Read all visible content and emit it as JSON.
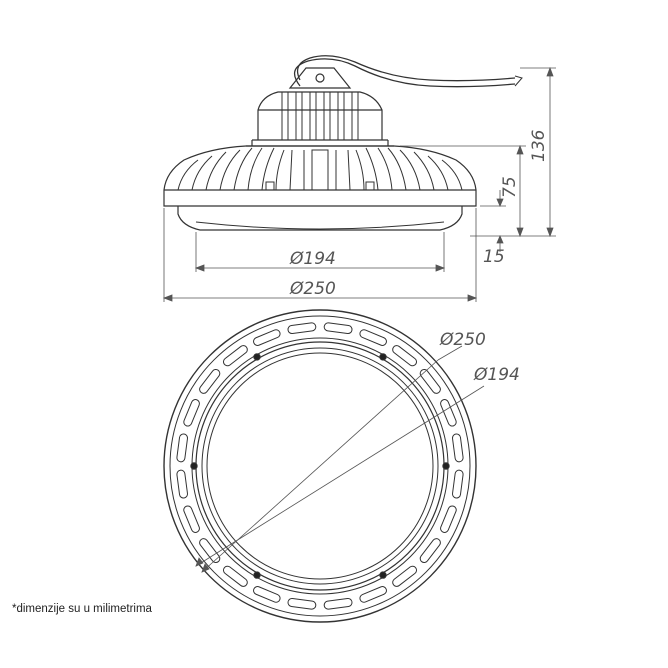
{
  "dimensions": {
    "side_top_diameter": "Ø194",
    "side_bottom_diameter": "Ø250",
    "height_total": "136",
    "height_body": "75",
    "height_lens": "15",
    "top_outer_diameter": "Ø250",
    "top_inner_diameter": "Ø194"
  },
  "note": "*dimenzije su u milimetrima",
  "colors": {
    "line": "#333333",
    "dim": "#555555"
  }
}
